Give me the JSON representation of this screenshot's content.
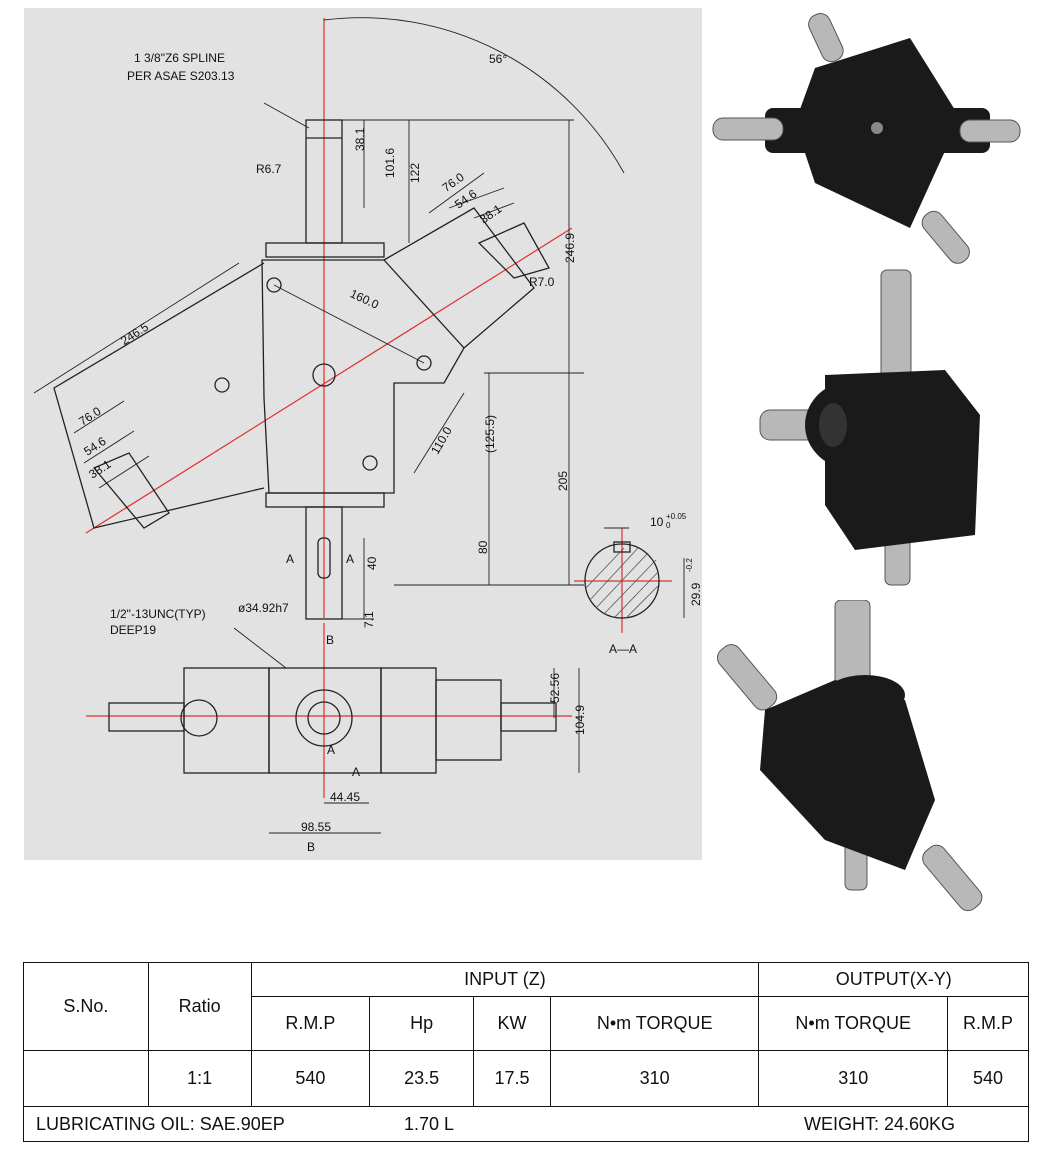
{
  "drawing": {
    "spline_line1": "1 3/8\"Z6 SPLINE",
    "spline_line2": "PER ASAE S203.13",
    "angle": "56°",
    "radius_input": "R6.7",
    "radius_output": "R7.0",
    "dims": {
      "d38_1_top": "38.1",
      "d101_6": "101.6",
      "d122": "122",
      "d246_9": "246.9",
      "d76_right": "76.0",
      "d54_6_right": "54.6",
      "d38_1_right": "38.1",
      "d160": "160.0",
      "d246_5": "246.5",
      "d76_left": "76.0",
      "d54_6_left": "54.6",
      "d38_1_left": "38.1",
      "d110": "110.0",
      "d125_5": "(125.5)",
      "d205": "205",
      "d80": "80",
      "d40": "40",
      "d7_1": "7.1",
      "shaft_dia": "ø34.92h7",
      "tap": "1/2\"-13UNC(TYP)",
      "deep": "DEEP19",
      "d52_56": "52.56",
      "d104_9": "104.9",
      "d44_45": "44.45",
      "d98_55": "98.55"
    },
    "section_mark_left": "A",
    "section_mark_right": "A",
    "section_title": "A—A",
    "key_width": "10",
    "key_width_tol_up": "+0.05",
    "key_width_tol_lo": "0",
    "key_depth": "29.9",
    "key_depth_tol_up": "0",
    "key_depth_tol_lo": "-0.2",
    "view_b_label": "B",
    "view_b_arrow": "B",
    "view_a_upper": "A",
    "view_a_lower": "A"
  },
  "photos": [
    {
      "alt": "gearbox-top-view"
    },
    {
      "alt": "gearbox-side-view"
    },
    {
      "alt": "gearbox-angle-view"
    }
  ],
  "table": {
    "sno": "S.No.",
    "ratio": "Ratio",
    "input_header": "INPUT (Z)",
    "output_header": "OUTPUT(X-Y)",
    "cols": [
      "R.M.P",
      "Hp",
      "KW",
      "N•m TORQUE",
      "N•m TORQUE",
      "R.M.P"
    ],
    "row": {
      "sno": "",
      "ratio": "1:1",
      "rpm_in": "540",
      "hp": "23.5",
      "kw": "17.5",
      "torque_in": "310",
      "torque_out": "310",
      "rpm_out": "540"
    },
    "oil_label": "LUBRICATING OIL: SAE.90EP",
    "oil_qty": "1.70 L",
    "weight": "WEIGHT: 24.60KG"
  }
}
